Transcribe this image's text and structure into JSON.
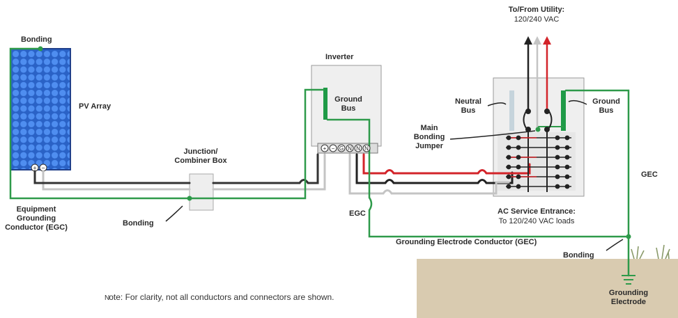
{
  "labels": {
    "utility_title": "To/From Utility:",
    "utility_voltage": "120/240 VAC",
    "bonding_top": "Bonding",
    "pv_array": "PV Array",
    "inverter": "Inverter",
    "ground_bus_inverter": "Ground\nBus",
    "neutral_bus": "Neutral\nBus",
    "ground_bus_panel": "Ground\nBus",
    "main_bonding_jumper": "Main\nBonding\nJumper",
    "junction_box": "Junction/\nCombiner Box",
    "gec": "GEC",
    "egc_left": "Equipment\nGrounding\nConductor (EGC)",
    "bonding_bottom": "Bonding",
    "egc_mid": "EGC",
    "ac_service_title": "AC Service Entrance:",
    "ac_service_sub": "To 120/240 VAC loads",
    "gec_full": "Grounding Electrode Conductor (GEC)",
    "bonding_earth": "Bonding",
    "grounding_electrode": "Grounding\nElectrode",
    "note": "ote: For clarity, not all conductors and connectors are shown."
  },
  "terminal_symbols": [
    "+",
    "−",
    "G",
    "N",
    "N",
    "N"
  ],
  "pv_symbols": [
    "+",
    "−"
  ],
  "colors": {
    "ground_green": "#2e9a4a",
    "hot_red": "#d3242a",
    "wire_black": "#222222",
    "neutral_gray": "#bfbfbf",
    "pv_blue": "#2f6fd4",
    "earth": "#d9cbb0"
  }
}
